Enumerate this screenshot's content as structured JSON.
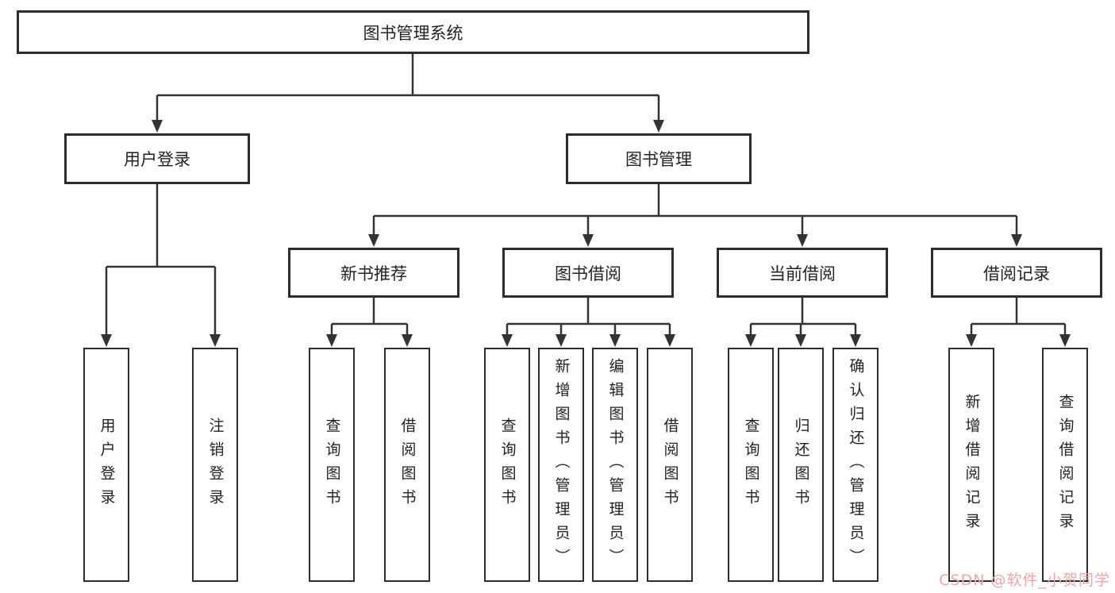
{
  "diagram": {
    "title": "图书管理系统",
    "level2": {
      "user_login": "用户登录",
      "book_mgmt": "图书管理"
    },
    "level3": {
      "new_books": "新书推荐",
      "book_borrow": "图书借阅",
      "current_borrow": "当前借阅",
      "borrow_records": "借阅记录"
    },
    "leaves": {
      "user_login": [
        "用户登录",
        "注销登录"
      ],
      "new_books": [
        "查询图书",
        "借阅图书"
      ],
      "book_borrow": [
        "查询图书",
        "新增图书（管理员）",
        "编辑图书（管理员）",
        "借阅图书"
      ],
      "current_borrow": [
        "查询图书",
        "归还图书",
        "确认归还（管理员）"
      ],
      "borrow_records": [
        "新增借阅记录",
        "查询借阅记录"
      ]
    },
    "colors": {
      "line": "#333333",
      "box_border": "#2d2d2d",
      "text": "#222222",
      "watermark_text": "#f0a6a6",
      "background": "#ffffff"
    }
  },
  "watermark": {
    "text": "CSDN @软件_小贺同学"
  }
}
